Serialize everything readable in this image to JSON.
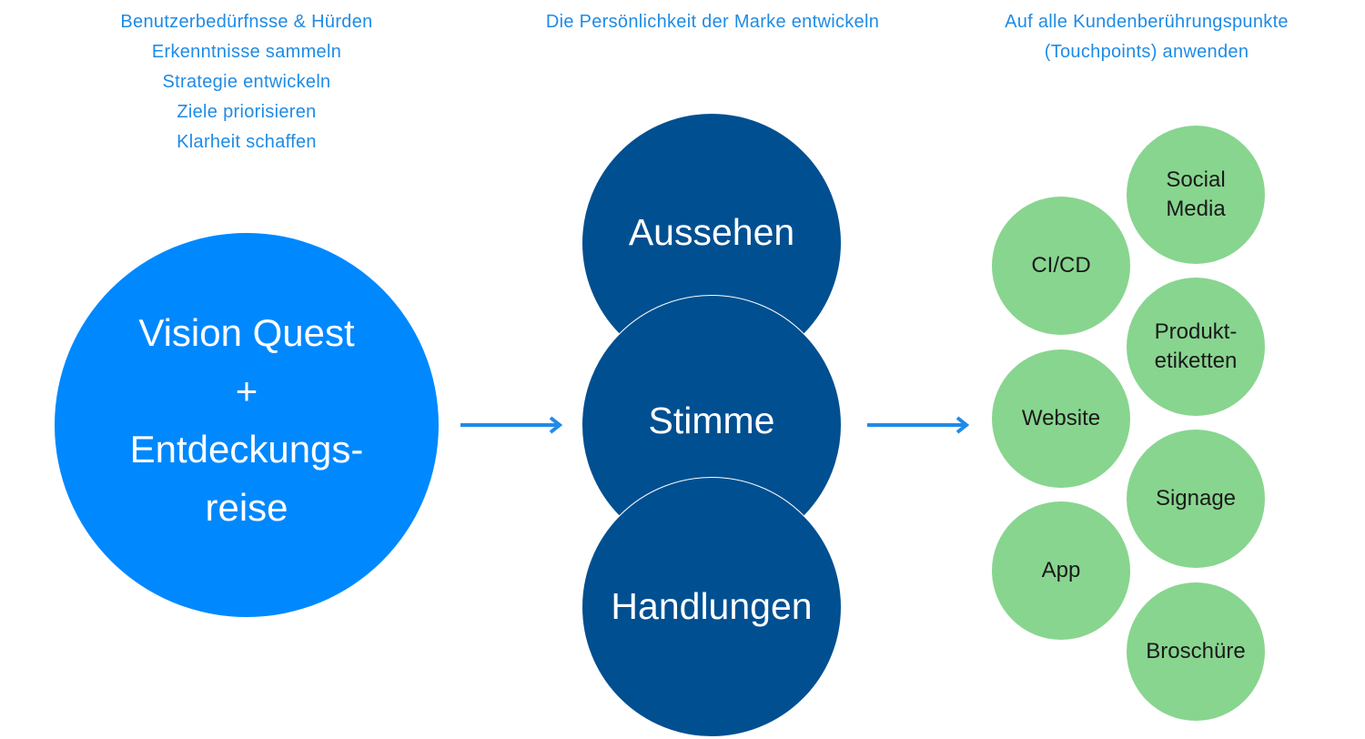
{
  "captions": {
    "left": [
      "Benutzerbedürfnsse & Hürden",
      "Erkenntnisse sammeln",
      "Strategie entwickeln",
      "Ziele priorisieren",
      "Klarheit schaffen"
    ],
    "middle": [
      "Die Persönlichkeit der Marke entwickeln"
    ],
    "right": [
      "Auf alle Kundenberührungspunkte",
      "(Touchpoints) anwenden"
    ]
  },
  "vision": {
    "lines": [
      "Vision Quest",
      "+",
      "Entdeckungs-",
      "reise"
    ]
  },
  "brand_circles": [
    "Aussehen",
    "Stimme",
    "Handlungen"
  ],
  "touchpoints": {
    "left_column": [
      [
        "CI/CD"
      ],
      [
        "Website"
      ],
      [
        "App"
      ]
    ],
    "right_column": [
      [
        "Social",
        "Media"
      ],
      [
        "Produkt-",
        "etiketten"
      ],
      [
        "Signage"
      ],
      [
        "Broschüre"
      ]
    ]
  },
  "colors": {
    "caption_text": "#1f8be6",
    "vision_circle": "#0088ff",
    "brand_circle": "#004f91",
    "touchpoint_circle": "#88d58f",
    "arrow": "#1f8be6"
  },
  "icons": {
    "connector": "right-arrow-icon"
  }
}
